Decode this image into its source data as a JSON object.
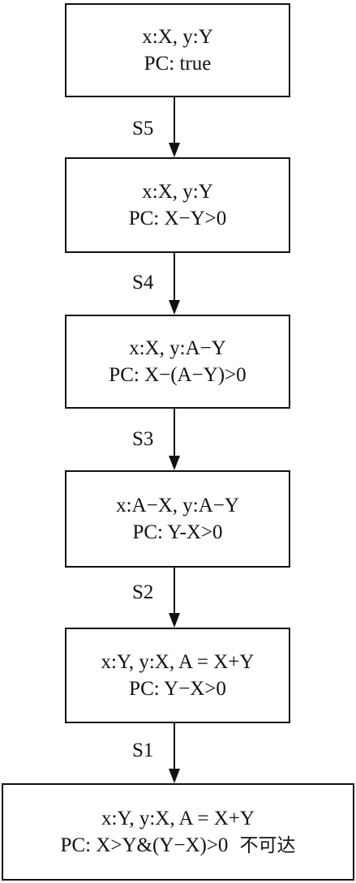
{
  "states": [
    {
      "line1": "x:X, y:Y",
      "line2": "PC: true"
    },
    {
      "line1": "x:X, y:Y",
      "line2": "PC: X−Y>0"
    },
    {
      "line1": "x:X, y:A−Y",
      "line2": "PC: X−(A−Y)>0"
    },
    {
      "line1": "x:A−X, y:A−Y",
      "line2": "PC: Y-X>0"
    },
    {
      "line1": "x:Y, y:X, A = X+Y",
      "line2": "PC: Y−X>0"
    },
    {
      "line1": "x:Y, y:X, A = X+Y",
      "line2": "PC: X>Y&(Y−X)>0",
      "note": "不可达"
    }
  ],
  "transitions": [
    "S5",
    "S4",
    "S3",
    "S2",
    "S1"
  ]
}
